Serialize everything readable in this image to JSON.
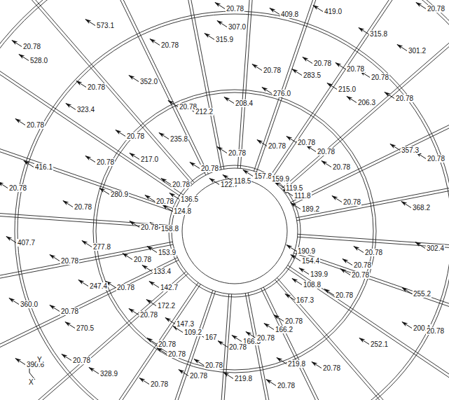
{
  "diagram": {
    "labels": [
      "20.78",
      "409.8",
      "419.0",
      "20.78",
      "573.1",
      "307.0",
      "315.8",
      "20.78",
      "528.0",
      "20.78",
      "315.9",
      "301.2",
      "20.78",
      "20.78",
      "20.78",
      "20.78",
      "352.0",
      "20.78",
      "20.78",
      "283.5",
      "276.0",
      "215.0",
      "208.4",
      "20.78",
      "212.2",
      "206.3",
      "323.4",
      "20.78",
      "20.78",
      "235.8",
      "20.78",
      "20.78",
      "20.78",
      "20.78",
      "357.3",
      "20.78",
      "217.0",
      "20.78",
      "416.1",
      "20.78",
      "157.8",
      "159.9",
      "122.7",
      "118.5",
      "20.78",
      "20.78",
      "136.5",
      "119.5",
      "111.8",
      "20.78",
      "280.9",
      "20.78",
      "124.8",
      "189.2",
      "368.2",
      "20.78",
      "20.78",
      "20.78",
      "158.8",
      "190.9",
      "20.78",
      "407.7",
      "277.8",
      "153.9",
      "154.4",
      "302.4",
      "20.78",
      "20.78",
      "133.4",
      "139.9",
      "20.78",
      "20.78",
      "247.4",
      "20.78",
      "142.7",
      "108.8",
      "20.78",
      "255.2",
      "360.0",
      "167.3",
      "172.2",
      "20.78",
      "20.78",
      "270.5",
      "147.3",
      "166.2",
      "20.78",
      "109.2",
      "167",
      "166.3",
      "20.78",
      "20.78",
      "20.78",
      "200.1",
      "20.78",
      "252.1",
      "20.78",
      "20.78",
      "328.9",
      "390.6",
      "Y",
      "X",
      "219.8",
      "20.78",
      "20.78",
      "219.8",
      "20.78",
      "20.78",
      "20.78"
    ]
  }
}
